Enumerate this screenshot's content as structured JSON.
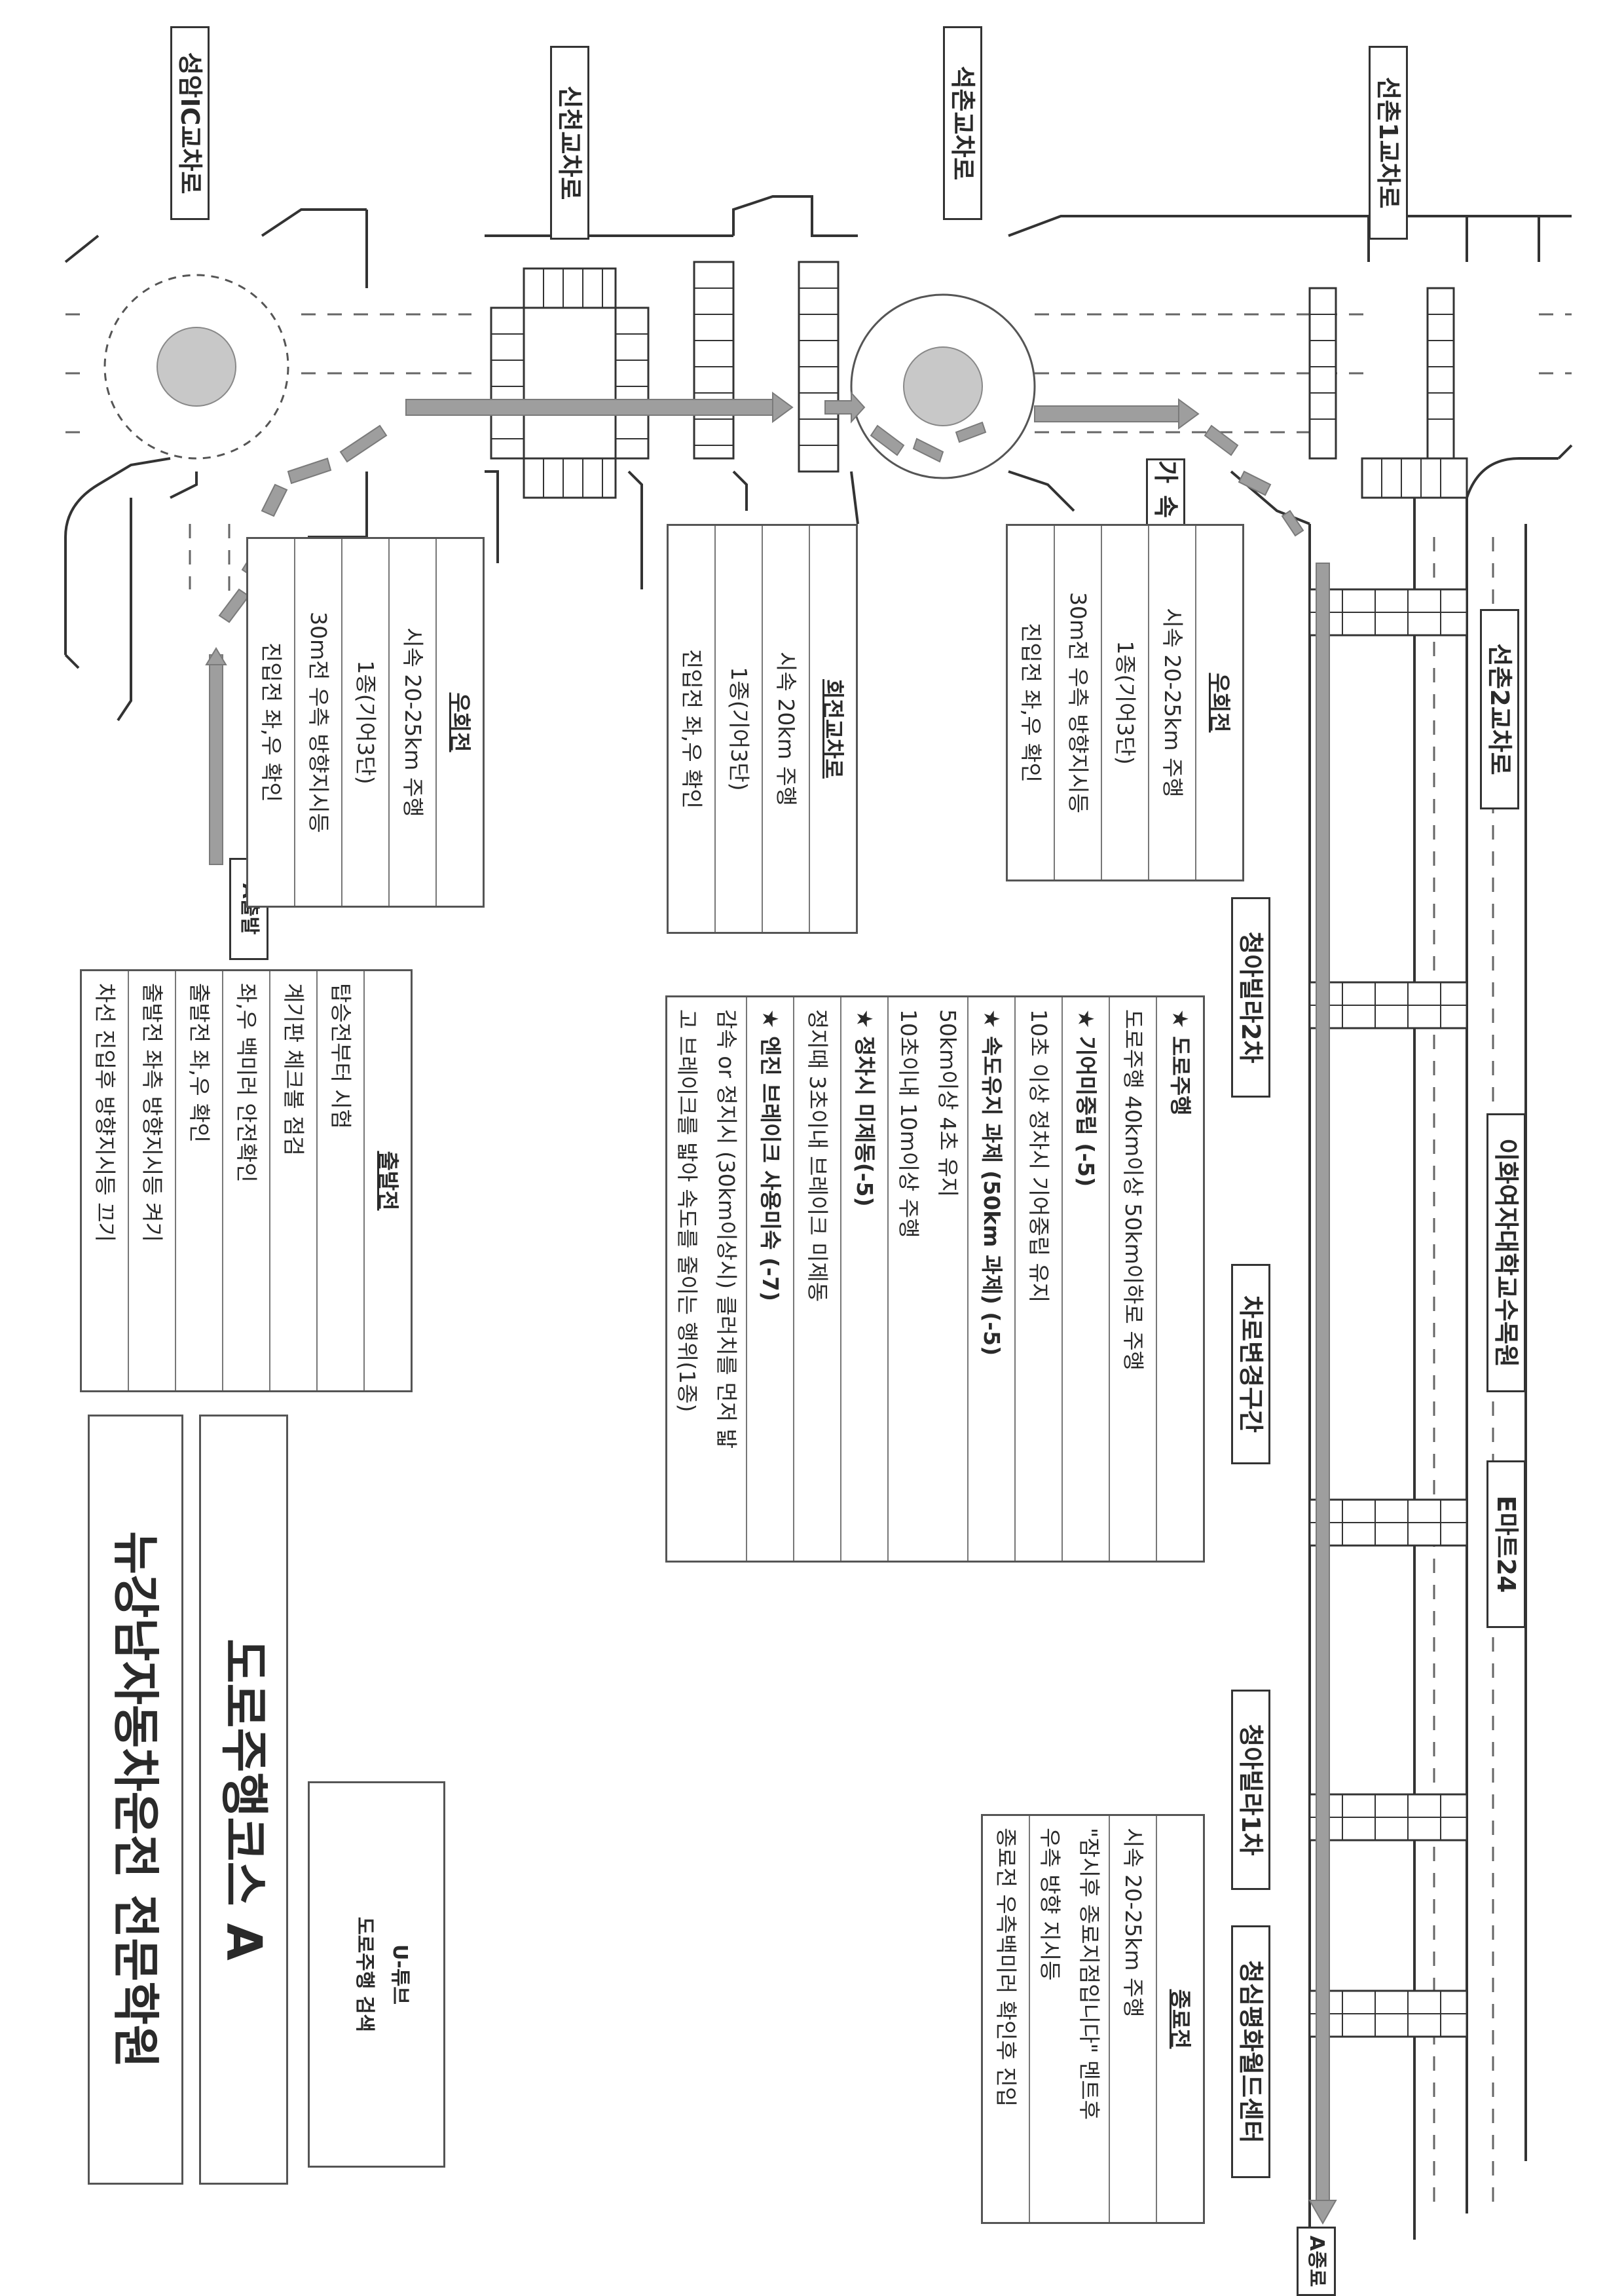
{
  "intersections": {
    "seoul_ic": "성암IC교차로",
    "sinchon": "신천교차로",
    "seokchon": "석촌교차로",
    "seonchon1": "선촌1교차로",
    "seonchon2": "선촌2교차로"
  },
  "landmarks": {
    "cheonga2": "청아빌라2차",
    "ewha": "이화여자대학교수목원",
    "lane_change": "차로변경구간",
    "emart": "E마트24",
    "cheonga1": "청아빌라1차",
    "center": "청심평화월드센터"
  },
  "accel_zone": "가속구간",
  "start_label": "A출발",
  "end_label": "A종료",
  "turn_right_1": {
    "title": "우회전",
    "lines": [
      "시속 20-25km 주행",
      "1종(기어3단)",
      "30m전 우측 방향지시등",
      "진입전 좌,우 확인"
    ]
  },
  "turn_left": {
    "title": "회전교차로",
    "lines": [
      "시속 20km 주행",
      "1종(기어3단)",
      "진입전 좌,우 확인"
    ]
  },
  "turn_right_2": {
    "title": "우회전",
    "lines": [
      "시속 20-25km 주행",
      "1종(기어3단)",
      "30m전 우측 방향지시등",
      "진입전 좌,우 확인"
    ]
  },
  "before_start": {
    "title": "출발전",
    "lines": [
      "탑승전부터 시험",
      "계기판 체크볼 점검",
      "좌,우 백미러 안전확인",
      "출발전 좌,우 확인",
      "출발전 좌측 방향지시등 켜기",
      "차선 진입후 방향지시등 끄기"
    ]
  },
  "rules": [
    {
      "title": "★ 도로주행",
      "body": [
        "도로주행 40km이상 50km이하로 주행"
      ]
    },
    {
      "title": "★ 기어미중립 (-5)",
      "body": [
        "10초 이상 정차시 기어중립 유지"
      ]
    },
    {
      "title": "★ 속도유지 과제 (50km 과제) (-5)",
      "body": [
        "50km이상 4초 유지",
        "10초이내 10m이상 주행"
      ]
    },
    {
      "title": "★ 정차시 미제동(-5)",
      "body": [
        "정지때 3초이내 브레이크 미제동"
      ]
    },
    {
      "title": "★ 엔진 브레이크 사용미숙 (-7)",
      "body": [
        "감속 or 정지시 (30km이상시) 클러치를 먼저 밟",
        "고 브레이크를 밟아 속도를 줄이는 행위(1종)"
      ]
    }
  ],
  "end_box": {
    "title": "종료전",
    "lines": [
      "시속 20-25km 주행",
      "\"잠시후 종료지점입니다\" 멘트후",
      "우측 방향 지시등",
      "종료전 우측백미러 확인후 진입"
    ]
  },
  "course_title": "도로주행코스 A",
  "school_name": "뉴강남자동차운전 전문학원",
  "youtube": {
    "line1": "U-튜브",
    "line2": "도로주행 검색"
  }
}
